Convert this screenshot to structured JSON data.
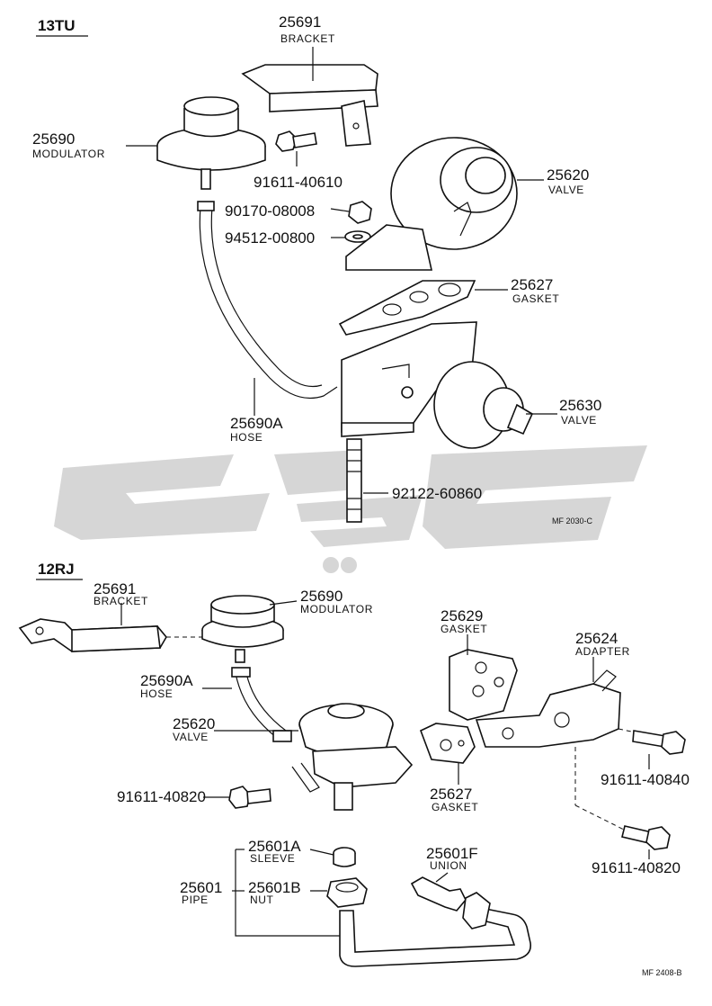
{
  "sections": {
    "top": {
      "title": "13TU",
      "code": "MF 2030-C"
    },
    "bottom": {
      "title": "12RJ",
      "code": "MF 2408-B"
    }
  },
  "top_callouts": {
    "bracket": {
      "num": "25691",
      "desc": "BRACKET"
    },
    "modulator": {
      "num": "25690",
      "desc": "MODULATOR"
    },
    "bolt": {
      "num": "91611-40610"
    },
    "nut": {
      "num": "90170-08008"
    },
    "washer": {
      "num": "94512-00800"
    },
    "valve_upper": {
      "num": "25620",
      "desc": "VALVE"
    },
    "gasket": {
      "num": "25627",
      "desc": "GASKET"
    },
    "valve_lower": {
      "num": "25630",
      "desc": "VALVE"
    },
    "hose": {
      "num": "25690A",
      "desc": "HOSE"
    },
    "stud": {
      "num": "92122-60860"
    }
  },
  "bottom_callouts": {
    "bracket": {
      "num": "25691",
      "desc": "BRACKET"
    },
    "modulator": {
      "num": "25690",
      "desc": "MODULATOR"
    },
    "hose": {
      "num": "25690A",
      "desc": "HOSE"
    },
    "valve": {
      "num": "25620",
      "desc": "VALVE"
    },
    "bolt_left": {
      "num": "91611-40820"
    },
    "gasket_upper": {
      "num": "25629",
      "desc": "GASKET"
    },
    "adapter": {
      "num": "25624",
      "desc": "ADAPTER"
    },
    "bolt_right_upper": {
      "num": "91611-40840"
    },
    "gasket_lower": {
      "num": "25627",
      "desc": "GASKET"
    },
    "bolt_right_lower": {
      "num": "91611-40820"
    },
    "sleeve": {
      "num": "25601A",
      "desc": "SLEEVE"
    },
    "union": {
      "num": "25601F",
      "desc": "UNION"
    },
    "pipe": {
      "num": "25601",
      "desc": "PIPE"
    },
    "nut": {
      "num": "25601B",
      "desc": "NUT"
    }
  },
  "icons": {
    "watermark": "watermark-logo-icon"
  }
}
